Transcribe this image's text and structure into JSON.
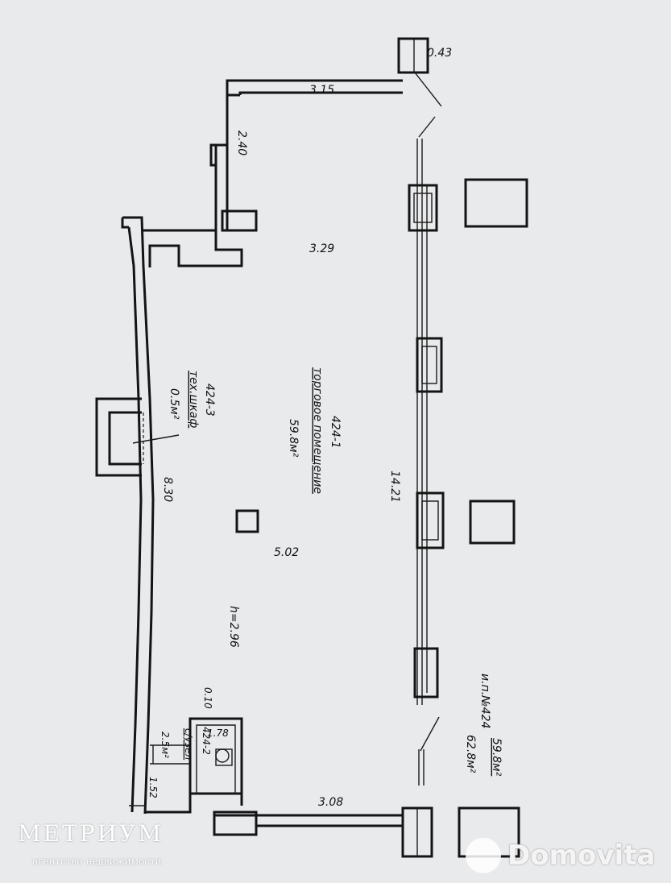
{
  "rooms": {
    "main_id": "424-1",
    "main_name": "торговое помещение",
    "main_area": "59.8м²",
    "tech_id": "424-3",
    "tech_name": "тех.шкаф",
    "tech_area": "0.5м²",
    "wc_id": "424-2",
    "wc_name": "с/узел",
    "wc_area": "2.5м²"
  },
  "dimensions": {
    "d043": "0.43",
    "d315": "3.15",
    "d240": "2.40",
    "d329": "3.29",
    "d830": "8.30",
    "d502": "5.02",
    "d1421": "14.21",
    "height": "h=2.96",
    "d010": "0.10",
    "d178": "1.78",
    "d152": "1.52",
    "d308": "3.08"
  },
  "summary": {
    "unit": "и.п.№424",
    "area_main": "59.8м²",
    "area_total": "62.8м²"
  },
  "watermarks": {
    "agency": "МЕТРИУМ",
    "agency_sub": "агентство недвижимости",
    "portal": "Domovita"
  },
  "colors": {
    "paper": "#e9eaec",
    "ink": "#141414"
  }
}
